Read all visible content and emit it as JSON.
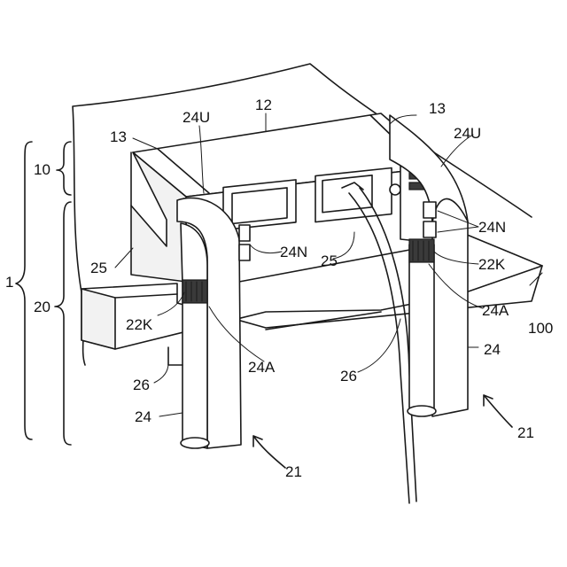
{
  "labels": {
    "l1": "1",
    "l10": "10",
    "l20": "20",
    "l12": "12",
    "l13_left": "13",
    "l13_right": "13",
    "l24U_left": "24U",
    "l24U_right": "24U",
    "l24N_center": "24N",
    "l24N_right": "24N",
    "l25_left": "25",
    "l25_center": "25",
    "l22K_left": "22K",
    "l22K_right": "22K",
    "l24A_left": "24A",
    "l24A_right": "24A",
    "l26_left": "26",
    "l26_center": "26",
    "l24_left": "24",
    "l24_right": "24",
    "l21_left": "21",
    "l21_right": "21",
    "l100": "100"
  }
}
